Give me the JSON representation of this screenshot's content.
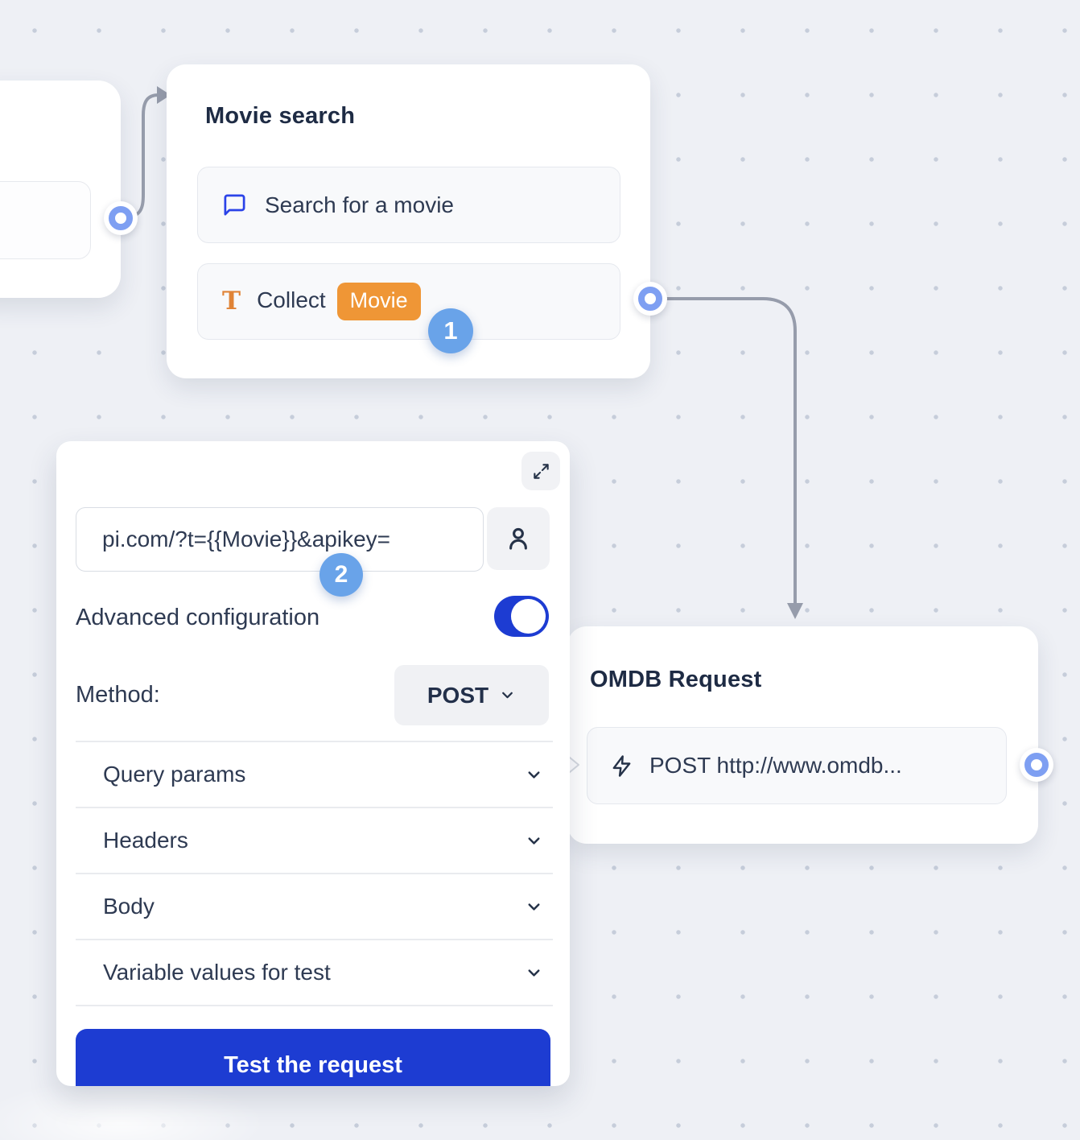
{
  "colors": {
    "accent_blue": "#1d3cd2",
    "step_badge_blue": "#69a3e9",
    "variable_orange": "#ef9636",
    "port_blue": "#7e9ff2",
    "edge_gray": "#969cab",
    "canvas_background": "#eef0f5"
  },
  "movie_search_node": {
    "title": "Movie search",
    "message_item": {
      "icon": "chat-bubble-icon",
      "label": "Search for a movie"
    },
    "collect_item": {
      "icon": "text-collect-icon",
      "label": "Collect",
      "variable": "Movie"
    }
  },
  "step_badges": {
    "step_1": "1",
    "step_2": "2"
  },
  "webhook_panel": {
    "url_input": {
      "value": "pi.com/?t={{Movie}}&apikey="
    },
    "advanced_configuration_label": "Advanced configuration",
    "advanced_configuration_enabled": true,
    "method_label": "Method:",
    "method_value": "POST",
    "sections": [
      {
        "label": "Query params"
      },
      {
        "label": "Headers"
      },
      {
        "label": "Body"
      },
      {
        "label": "Variable values for test"
      }
    ],
    "test_button_label": "Test the request"
  },
  "omdb_node": {
    "title": "OMDB Request",
    "request_item": {
      "icon": "lightning-icon",
      "label": "POST http://www.omdb..."
    }
  }
}
